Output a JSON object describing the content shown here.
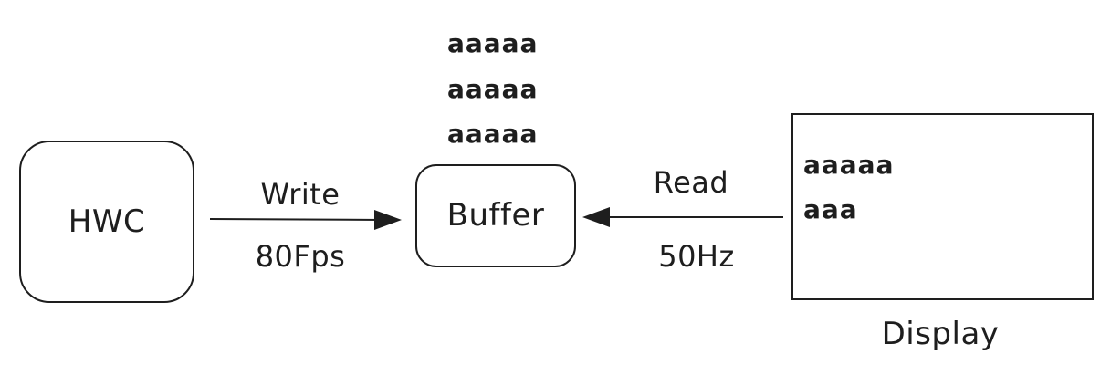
{
  "nodes": {
    "hwc": {
      "label": "HWC"
    },
    "buffer": {
      "label": "Buffer"
    },
    "display": {
      "label": "Display"
    }
  },
  "edges": {
    "write": {
      "label": "Write",
      "rate": "80Fps"
    },
    "read": {
      "label": "Read",
      "rate": "50Hz"
    }
  },
  "buffer_content": [
    "aaaaa",
    "aaaaa",
    "aaaaa"
  ],
  "display_content": [
    "aaaaa",
    "aaa"
  ],
  "colors": {
    "stroke": "#1e1e1e",
    "background": "#ffffff"
  }
}
